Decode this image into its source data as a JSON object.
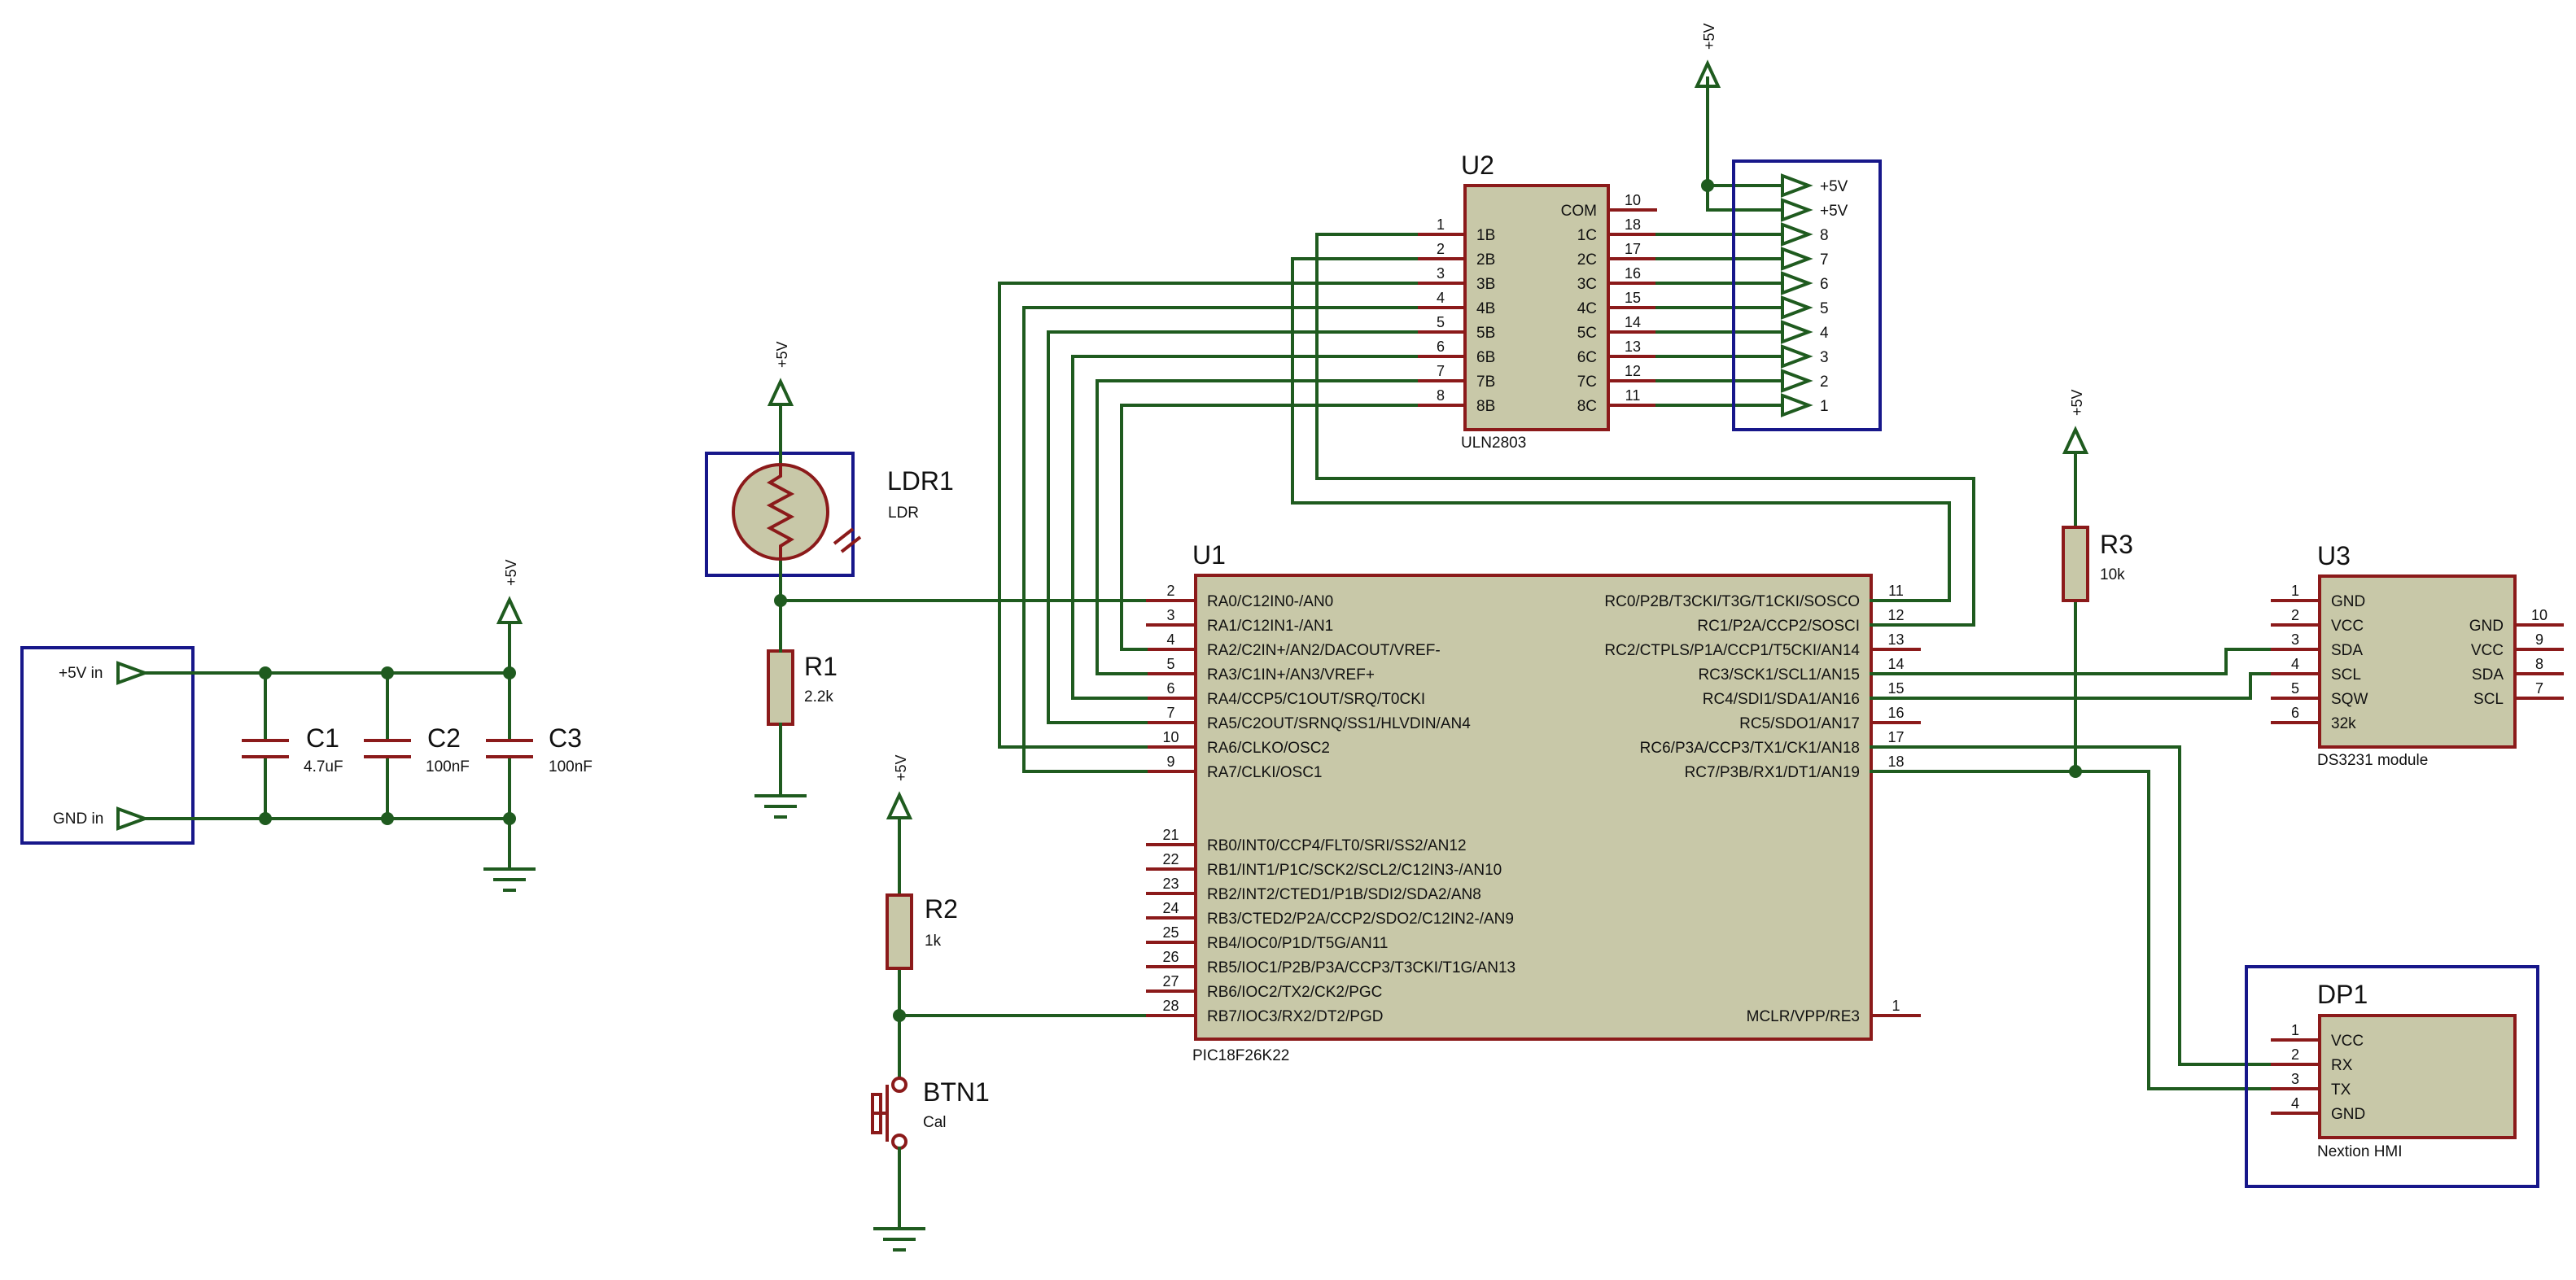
{
  "components": {
    "u1": {
      "ref": "U1",
      "part": "PIC18F26K22",
      "left_pins": [
        {
          "num": "2",
          "label": "RA0/C12IN0-/AN0"
        },
        {
          "num": "3",
          "label": "RA1/C12IN1-/AN1"
        },
        {
          "num": "4",
          "label": "RA2/C2IN+/AN2/DACOUT/VREF-"
        },
        {
          "num": "5",
          "label": "RA3/C1IN+/AN3/VREF+"
        },
        {
          "num": "6",
          "label": "RA4/CCP5/C1OUT/SRQ/T0CKI"
        },
        {
          "num": "7",
          "label": "RA5/C2OUT/SRNQ/SS1/HLVDIN/AN4"
        },
        {
          "num": "10",
          "label": "RA6/CLKO/OSC2"
        },
        {
          "num": "9",
          "label": "RA7/CLKI/OSC1"
        },
        {
          "num": "21",
          "label": "RB0/INT0/CCP4/FLT0/SRI/SS2/AN12"
        },
        {
          "num": "22",
          "label": "RB1/INT1/P1C/SCK2/SCL2/C12IN3-/AN10"
        },
        {
          "num": "23",
          "label": "RB2/INT2/CTED1/P1B/SDI2/SDA2/AN8"
        },
        {
          "num": "24",
          "label": "RB3/CTED2/P2A/CCP2/SDO2/C12IN2-/AN9"
        },
        {
          "num": "25",
          "label": "RB4/IOC0/P1D/T5G/AN11"
        },
        {
          "num": "26",
          "label": "RB5/IOC1/P2B/P3A/CCP3/T3CKI/T1G/AN13"
        },
        {
          "num": "27",
          "label": "RB6/IOC2/TX2/CK2/PGC"
        },
        {
          "num": "28",
          "label": "RB7/IOC3/RX2/DT2/PGD"
        }
      ],
      "right_pins": [
        {
          "num": "11",
          "label": "RC0/P2B/T3CKI/T3G/T1CKI/SOSCO"
        },
        {
          "num": "12",
          "label": "RC1/P2A/CCP2/SOSCI"
        },
        {
          "num": "13",
          "label": "RC2/CTPLS/P1A/CCP1/T5CKI/AN14"
        },
        {
          "num": "14",
          "label": "RC3/SCK1/SCL1/AN15"
        },
        {
          "num": "15",
          "label": "RC4/SDI1/SDA1/AN16"
        },
        {
          "num": "16",
          "label": "RC5/SDO1/AN17"
        },
        {
          "num": "17",
          "label": "RC6/P3A/CCP3/TX1/CK1/AN18"
        },
        {
          "num": "18",
          "label": "RC7/P3B/RX1/DT1/AN19"
        },
        {
          "num": "1",
          "label": "MCLR/VPP/RE3"
        }
      ]
    },
    "u2": {
      "ref": "U2",
      "part": "ULN2803",
      "left_pins": [
        {
          "num": "1",
          "label": "1B"
        },
        {
          "num": "2",
          "label": "2B"
        },
        {
          "num": "3",
          "label": "3B"
        },
        {
          "num": "4",
          "label": "4B"
        },
        {
          "num": "5",
          "label": "5B"
        },
        {
          "num": "6",
          "label": "6B"
        },
        {
          "num": "7",
          "label": "7B"
        },
        {
          "num": "8",
          "label": "8B"
        }
      ],
      "right_pins": [
        {
          "num": "10",
          "label": "COM"
        },
        {
          "num": "18",
          "label": "1C"
        },
        {
          "num": "17",
          "label": "2C"
        },
        {
          "num": "16",
          "label": "3C"
        },
        {
          "num": "15",
          "label": "4C"
        },
        {
          "num": "14",
          "label": "5C"
        },
        {
          "num": "13",
          "label": "6C"
        },
        {
          "num": "12",
          "label": "7C"
        },
        {
          "num": "11",
          "label": "8C"
        }
      ]
    },
    "u3": {
      "ref": "U3",
      "part": "DS3231 module",
      "left_pins": [
        {
          "num": "1",
          "label": "GND"
        },
        {
          "num": "2",
          "label": "VCC"
        },
        {
          "num": "3",
          "label": "SDA"
        },
        {
          "num": "4",
          "label": "SCL"
        },
        {
          "num": "5",
          "label": "SQW"
        },
        {
          "num": "6",
          "label": "32k"
        }
      ],
      "right_pins": [
        {
          "num": "10",
          "label": "GND"
        },
        {
          "num": "9",
          "label": "VCC"
        },
        {
          "num": "8",
          "label": "SDA"
        },
        {
          "num": "7",
          "label": "SCL"
        }
      ]
    },
    "dp1": {
      "ref": "DP1",
      "part": "Nextion HMI",
      "pins": [
        {
          "num": "1",
          "label": "VCC"
        },
        {
          "num": "2",
          "label": "RX"
        },
        {
          "num": "3",
          "label": "TX"
        },
        {
          "num": "4",
          "label": "GND"
        }
      ]
    },
    "ldr1": {
      "ref": "LDR1",
      "value": "LDR"
    },
    "r1": {
      "ref": "R1",
      "value": "2.2k"
    },
    "r2": {
      "ref": "R2",
      "value": "1k"
    },
    "r3": {
      "ref": "R3",
      "value": "10k"
    },
    "btn1": {
      "ref": "BTN1",
      "value": "Cal"
    },
    "c1": {
      "ref": "C1",
      "value": "4.7uF"
    },
    "c2": {
      "ref": "C2",
      "value": "100nF"
    },
    "c3": {
      "ref": "C3",
      "value": "100nF"
    }
  },
  "connector_out": [
    "+5V",
    "+5V",
    "8",
    "7",
    "6",
    "5",
    "4",
    "3",
    "2",
    "1"
  ],
  "power_in": {
    "vcc_label": "+5V in",
    "gnd_label": "GND in"
  },
  "power_label": "+5V"
}
